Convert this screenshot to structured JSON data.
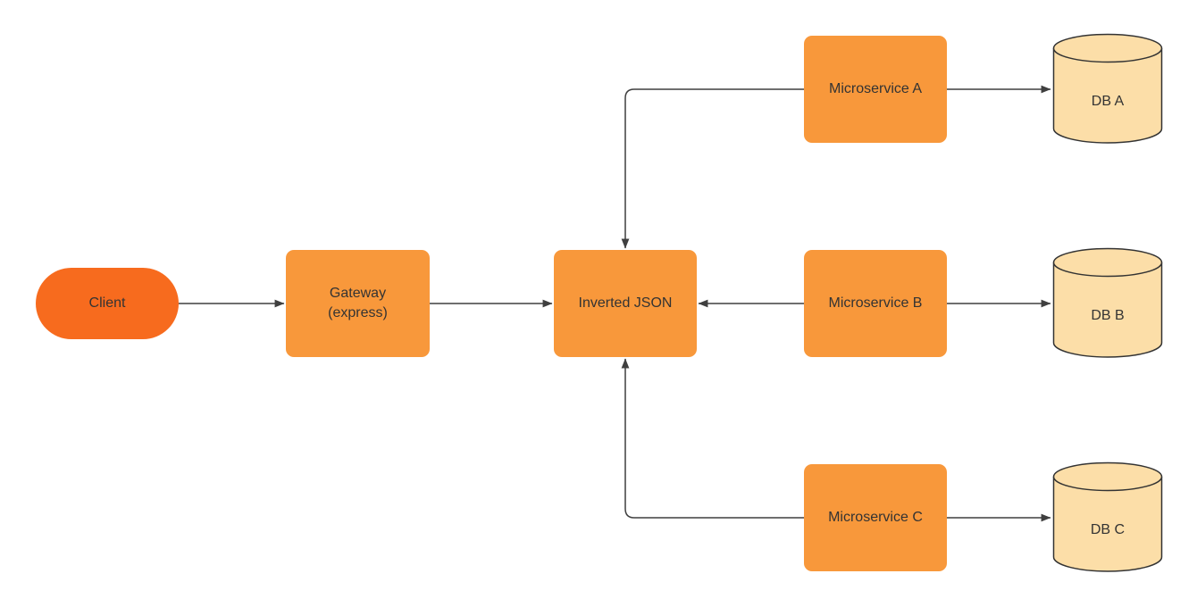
{
  "diagram": {
    "type": "architecture-flow",
    "background": "#ffffff",
    "colors": {
      "client_fill": "#F76B1E",
      "process_fill": "#F8983B",
      "database_fill": "#FCDEA8",
      "database_stroke": "#333333",
      "connector": "#3f3f3f",
      "text": "#333333"
    },
    "nodes": {
      "client": {
        "label": "Client",
        "shape": "pill"
      },
      "gateway": {
        "label_line1": "Gateway",
        "label_line2": "(express)",
        "shape": "rounded-rect"
      },
      "inverted_json": {
        "label": "Inverted JSON",
        "shape": "rounded-rect"
      },
      "microservice_a": {
        "label": "Microservice A",
        "shape": "rounded-rect"
      },
      "microservice_b": {
        "label": "Microservice B",
        "shape": "rounded-rect"
      },
      "microservice_c": {
        "label": "Microservice C",
        "shape": "rounded-rect"
      },
      "db_a": {
        "label": "DB A",
        "shape": "cylinder"
      },
      "db_b": {
        "label": "DB B",
        "shape": "cylinder"
      },
      "db_c": {
        "label": "DB C",
        "shape": "cylinder"
      }
    },
    "edges": [
      {
        "from": "Client",
        "to": "Gateway (express)",
        "style": "straight-arrow"
      },
      {
        "from": "Gateway (express)",
        "to": "Inverted JSON",
        "style": "straight-arrow"
      },
      {
        "from": "Microservice A",
        "to": "Inverted JSON",
        "style": "elbow-arrow-into-top"
      },
      {
        "from": "Microservice B",
        "to": "Inverted JSON",
        "style": "straight-arrow-left"
      },
      {
        "from": "Microservice C",
        "to": "Inverted JSON",
        "style": "elbow-arrow-into-bottom"
      },
      {
        "from": "Microservice A",
        "to": "DB A",
        "style": "straight-arrow"
      },
      {
        "from": "Microservice B",
        "to": "DB B",
        "style": "straight-arrow"
      },
      {
        "from": "Microservice C",
        "to": "DB C",
        "style": "straight-arrow"
      }
    ]
  }
}
